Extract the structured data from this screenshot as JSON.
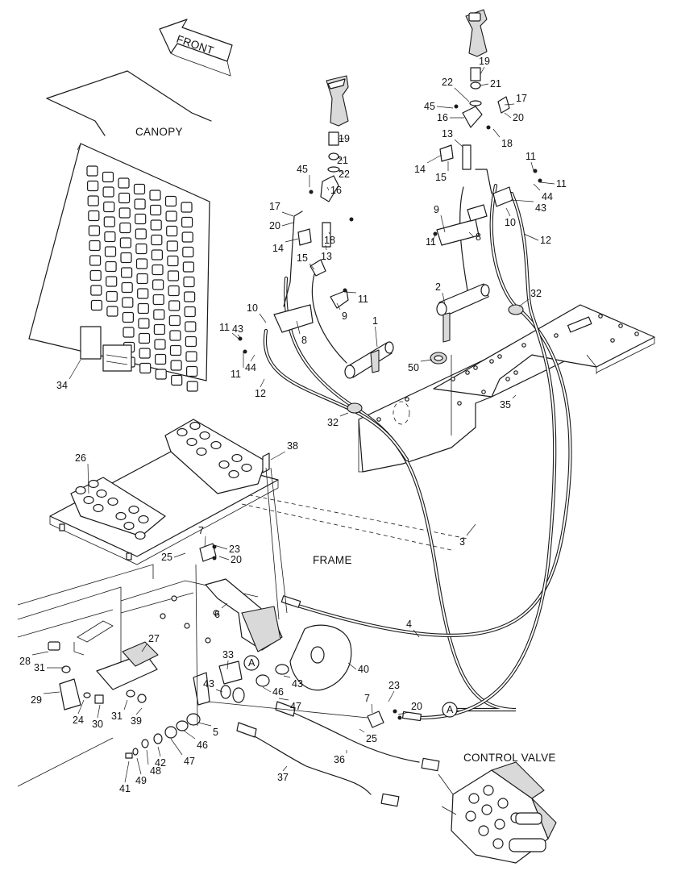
{
  "titles": {
    "front": "FRONT",
    "canopy": "CANOPY",
    "frame": "FRAME",
    "control_valve": "CONTROL VALVE",
    "ref_a": "A"
  },
  "callouts": [
    "1",
    "2",
    "3",
    "4",
    "5",
    "6",
    "7",
    "8",
    "9",
    "10",
    "11",
    "12",
    "13",
    "14",
    "15",
    "16",
    "17",
    "18",
    "19",
    "20",
    "21",
    "22",
    "23",
    "24",
    "25",
    "26",
    "27",
    "28",
    "29",
    "30",
    "31",
    "32",
    "33",
    "34",
    "35",
    "36",
    "37",
    "38",
    "39",
    "40",
    "41",
    "42",
    "43",
    "44",
    "45",
    "46",
    "47",
    "48",
    "49",
    "50"
  ],
  "colors": {
    "line": "#1a1a1a",
    "shade": "#d9d9d9",
    "paper": "#ffffff"
  }
}
